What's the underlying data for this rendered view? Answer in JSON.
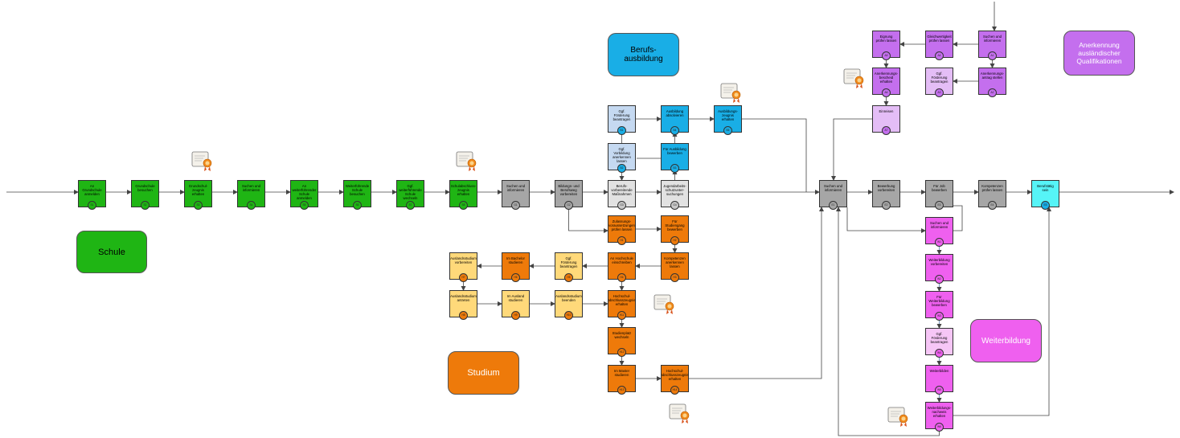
{
  "sections": {
    "schule": "Schule",
    "berufsausbildung": "Berufs-\nausbildung",
    "studium": "Studium",
    "weiterbildung": "Weiterbildung",
    "anerkennung": "Anerkennung\nausländischer\nQualifikationen"
  },
  "colors": {
    "schule": "#1fb514",
    "berufsausbildung": "#19aee6",
    "berufsausbildung_light": "#c5d9f1",
    "studium": "#ee7a0a",
    "studium_light": "#ffd97a",
    "weiterbildung": "#ef60ef",
    "weiterbildung_light": "#f6c6f6",
    "anerkennung": "#c46fee",
    "anerkennung_light": "#e4bdf6",
    "grey": "#a6a6a6",
    "grey_light": "#e2e2e2",
    "cyan": "#56f4f7"
  },
  "nodes": {
    "s1": {
      "label": "An Grundschule anmelden",
      "badge": "S1"
    },
    "s2": {
      "label": "Grundschule besuchen",
      "badge": "S2"
    },
    "s3": {
      "label": "Grundschul-zeugnis erhalten",
      "badge": "S3"
    },
    "s4": {
      "label": "Suchen und informieren",
      "badge": "S4"
    },
    "s5": {
      "label": "An weiterführender Schule anmelden",
      "badge": "S5"
    },
    "s6": {
      "label": "Weiterführende Schule besuchen",
      "badge": "S6"
    },
    "s7": {
      "label": "Ggf. weiterführende Schule wechseln",
      "badge": "S7"
    },
    "s8": {
      "label": "Schulabschluss-zeugnis erhalten",
      "badge": "S8"
    },
    "g1": {
      "label": "Suchen und informieren",
      "badge": "G1"
    },
    "g2": {
      "label": "Bildungs- und Berufsweg vorbereiten",
      "badge": "G2"
    },
    "g3": {
      "label": "Berufs-vorbereitende Maßnahmen",
      "badge": "G3"
    },
    "g4": {
      "label": "Jugendarbeits-schutzunter-suchungen",
      "badge": "G4"
    },
    "b1": {
      "label": "Ggf. Förderung beantragen",
      "badge": "B1"
    },
    "b2": {
      "label": "Ggf. Vorbildung anerkennen lassen",
      "badge": "B2"
    },
    "b3": {
      "label": "Für Ausbildung bewerben",
      "badge": "B3"
    },
    "b4": {
      "label": "Ausbildung absolvieren",
      "badge": "B4"
    },
    "b5": {
      "label": "Ausbildungs-zeugnis erhalten",
      "badge": "B5"
    },
    "h1": {
      "label": "Zulassungs-voraussetzungen prüfen lassen",
      "badge": "H1"
    },
    "h2": {
      "label": "Für Studiengang bewerben",
      "badge": "H2"
    },
    "h3": {
      "label": "Kompetenzen anerkennen lassen",
      "badge": "H3"
    },
    "h4": {
      "label": "An Hochschule einschreiben",
      "badge": "H4"
    },
    "h5": {
      "label": "Ggf. Förderung beantragen",
      "badge": "H5"
    },
    "h6": {
      "label": "Im Bachelor studieren",
      "badge": "H6"
    },
    "h7": {
      "label": "Auslandsstudium vorbereiten",
      "badge": "H7"
    },
    "h8": {
      "label": "Auslandsstudium antreten",
      "badge": "H8"
    },
    "h9": {
      "label": "Im Ausland studieren",
      "badge": "H9"
    },
    "h10": {
      "label": "Auslandsstudium beenden",
      "badge": "H10"
    },
    "h11": {
      "label": "Hochschul-abschlusszeugnis erhalten",
      "badge": "H11"
    },
    "h12": {
      "label": "Studienplatz wechseln",
      "badge": "H12"
    },
    "h13": {
      "label": "Im Master studieren",
      "badge": "H13"
    },
    "h14": {
      "label": "Hochschul-abschlusszeugnis erhalten",
      "badge": "H14"
    },
    "e1": {
      "label": "Suchen und informieren",
      "badge": "E1"
    },
    "e2": {
      "label": "Bewerbung vorbereiten",
      "badge": "E2"
    },
    "e3": {
      "label": "Für Job bewerben",
      "badge": "E3"
    },
    "e4": {
      "label": "Kompetenzen prüfen lassen",
      "badge": "E4"
    },
    "e5": {
      "label": "Berufstätig sein",
      "badge": "E5"
    },
    "a1": {
      "label": "Suchen und informieren",
      "badge": "A1"
    },
    "a2": {
      "label": "Anerkennungs-antrag stellen",
      "badge": "A2"
    },
    "a3": {
      "label": "Ggf. Förderung beantragen",
      "badge": "A3"
    },
    "a4": {
      "label": "Gleichwertigkeit prüfen lassen",
      "badge": "A4"
    },
    "a5": {
      "label": "Eignung prüfen lassen",
      "badge": "A5"
    },
    "a6": {
      "label": "Anerkennungs-bescheid erhalten",
      "badge": "A6"
    },
    "a7": {
      "label": "Einreisen",
      "badge": "A7"
    },
    "w1": {
      "label": "Suchen und informieren",
      "badge": "W1"
    },
    "w2": {
      "label": "Weiterbildung vorbereiten",
      "badge": "W2"
    },
    "w3": {
      "label": "Für Weiterbildung bewerben",
      "badge": "W3"
    },
    "w4": {
      "label": "Ggf. Förderung beantragen",
      "badge": "W4"
    },
    "w5": {
      "label": "Weiterbilden",
      "badge": "W5"
    },
    "w6": {
      "label": "Weiterbildungs-nachweis erhalten",
      "badge": "W6"
    }
  }
}
